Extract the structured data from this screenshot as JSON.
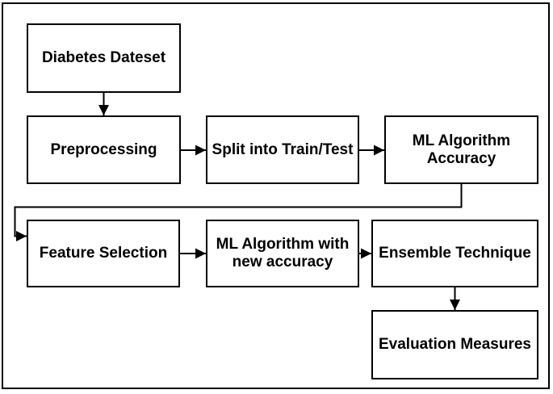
{
  "diagram": {
    "background_color": "#ffffff",
    "line_color": "#000000",
    "box_fill_color": "#ffffff",
    "text_color": "#000000",
    "nodes": [
      {
        "id": "diabetes-dataset",
        "label": "Diabetes Dateset"
      },
      {
        "id": "preprocessing",
        "label": "Preprocessing"
      },
      {
        "id": "split-train-test",
        "label": "Split into Train/Test"
      },
      {
        "id": "ml-algorithm-accuracy",
        "label": "ML Algorithm\nAccuracy"
      },
      {
        "id": "feature-selection",
        "label": "Feature Selection"
      },
      {
        "id": "ml-algorithm-new-accuracy",
        "label": "ML Algorithm with\nnew accuracy"
      },
      {
        "id": "ensemble-technique",
        "label": "Ensemble Technique"
      },
      {
        "id": "evaluation-measures",
        "label": "Evaluation Measures"
      }
    ],
    "edges": [
      {
        "from": "diabetes-dataset",
        "to": "preprocessing"
      },
      {
        "from": "preprocessing",
        "to": "split-train-test"
      },
      {
        "from": "split-train-test",
        "to": "ml-algorithm-accuracy"
      },
      {
        "from": "ml-algorithm-accuracy",
        "to": "feature-selection"
      },
      {
        "from": "feature-selection",
        "to": "ml-algorithm-new-accuracy"
      },
      {
        "from": "ml-algorithm-new-accuracy",
        "to": "ensemble-technique"
      },
      {
        "from": "ensemble-technique",
        "to": "evaluation-measures"
      }
    ]
  }
}
